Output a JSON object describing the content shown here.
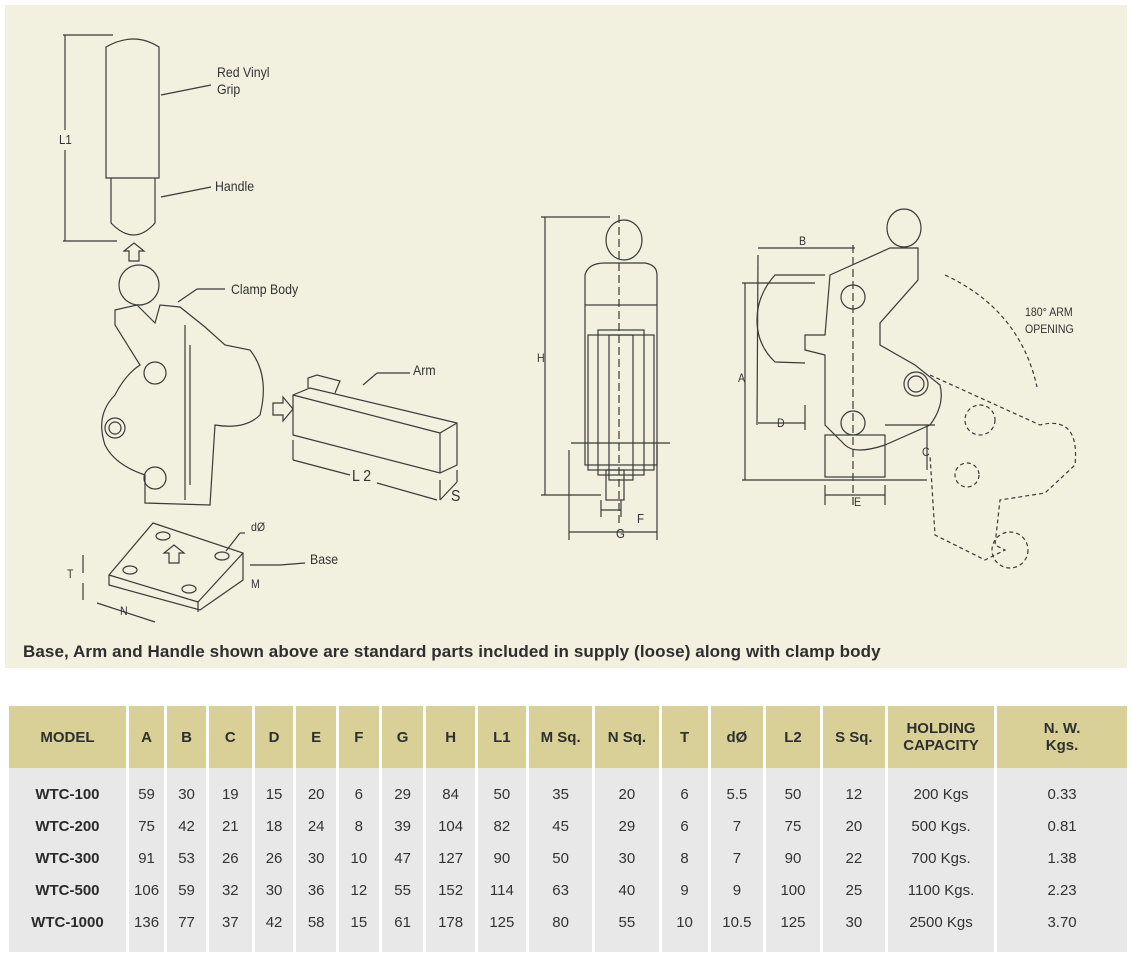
{
  "drawing": {
    "labels": {
      "red_vinyl_grip": "Red Vinyl\nGrip",
      "handle": "Handle",
      "clamp_body": "Clamp Body",
      "arm": "Arm",
      "base": "Base",
      "l1": "L1",
      "l2": "L 2",
      "s": "S",
      "d_dia": "dØ",
      "t": "T",
      "m": "M",
      "n": "N",
      "h": "H",
      "f": "F",
      "g": "G",
      "a": "A",
      "b": "B",
      "c": "C",
      "d": "D",
      "e": "E",
      "arm_opening": "180° ARM\nOPENING"
    },
    "note": "Base, Arm and Handle shown above are standard parts included in supply (loose) along with clamp body"
  },
  "table": {
    "headers": [
      "MODEL",
      "A",
      "B",
      "C",
      "D",
      "E",
      "F",
      "G",
      "H",
      "L1",
      "M Sq.",
      "N Sq.",
      "T",
      "dØ",
      "L2",
      "S Sq.",
      "HOLDING CAPACITY",
      "N. W. Kgs."
    ],
    "rows": [
      [
        "WTC-100",
        "59",
        "30",
        "19",
        "15",
        "20",
        "6",
        "29",
        "84",
        "50",
        "35",
        "20",
        "6",
        "5.5",
        "50",
        "12",
        "200 Kgs",
        "0.33"
      ],
      [
        "WTC-200",
        "75",
        "42",
        "21",
        "18",
        "24",
        "8",
        "39",
        "104",
        "82",
        "45",
        "29",
        "6",
        "7",
        "75",
        "20",
        "500 Kgs.",
        "0.81"
      ],
      [
        "WTC-300",
        "91",
        "53",
        "26",
        "26",
        "30",
        "10",
        "47",
        "127",
        "90",
        "50",
        "30",
        "8",
        "7",
        "90",
        "22",
        "700 Kgs.",
        "1.38"
      ],
      [
        "WTC-500",
        "106",
        "59",
        "32",
        "30",
        "36",
        "12",
        "55",
        "152",
        "114",
        "63",
        "40",
        "9",
        "9",
        "100",
        "25",
        "1100 Kgs.",
        "2.23"
      ],
      [
        "WTC-1000",
        "136",
        "77",
        "37",
        "42",
        "58",
        "15",
        "61",
        "178",
        "125",
        "80",
        "55",
        "10",
        "10.5",
        "125",
        "30",
        "2500 Kgs",
        "3.70"
      ]
    ]
  },
  "colors": {
    "panel_bg": "#f2f0de",
    "header_bg": "#d8d096",
    "cell_bg": "#e8e8e8"
  }
}
